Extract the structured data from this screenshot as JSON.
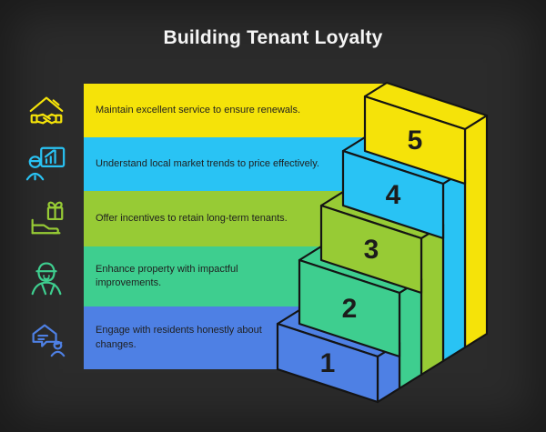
{
  "title": "Building Tenant Loyalty",
  "background_color": "#2b2b2b",
  "outline_color": "#141414",
  "rows": [
    {
      "step": "5",
      "icon": "house-handshake",
      "color": "#F5E309",
      "text": "Maintain excellent service to ensure renewals."
    },
    {
      "step": "4",
      "icon": "person-chart",
      "color": "#29C3F4",
      "text": "Understand local market trends to price effectively."
    },
    {
      "step": "3",
      "icon": "hand-gift",
      "color": "#97CB35",
      "text": "Offer incentives to retain long-term tenants."
    },
    {
      "step": "2",
      "icon": "worker",
      "color": "#3ECE8F",
      "text": "Enhance property with impactful improvements."
    },
    {
      "step": "1",
      "icon": "house-chat",
      "color": "#4E80E4",
      "text": "Engage with residents honestly about changes."
    }
  ]
}
